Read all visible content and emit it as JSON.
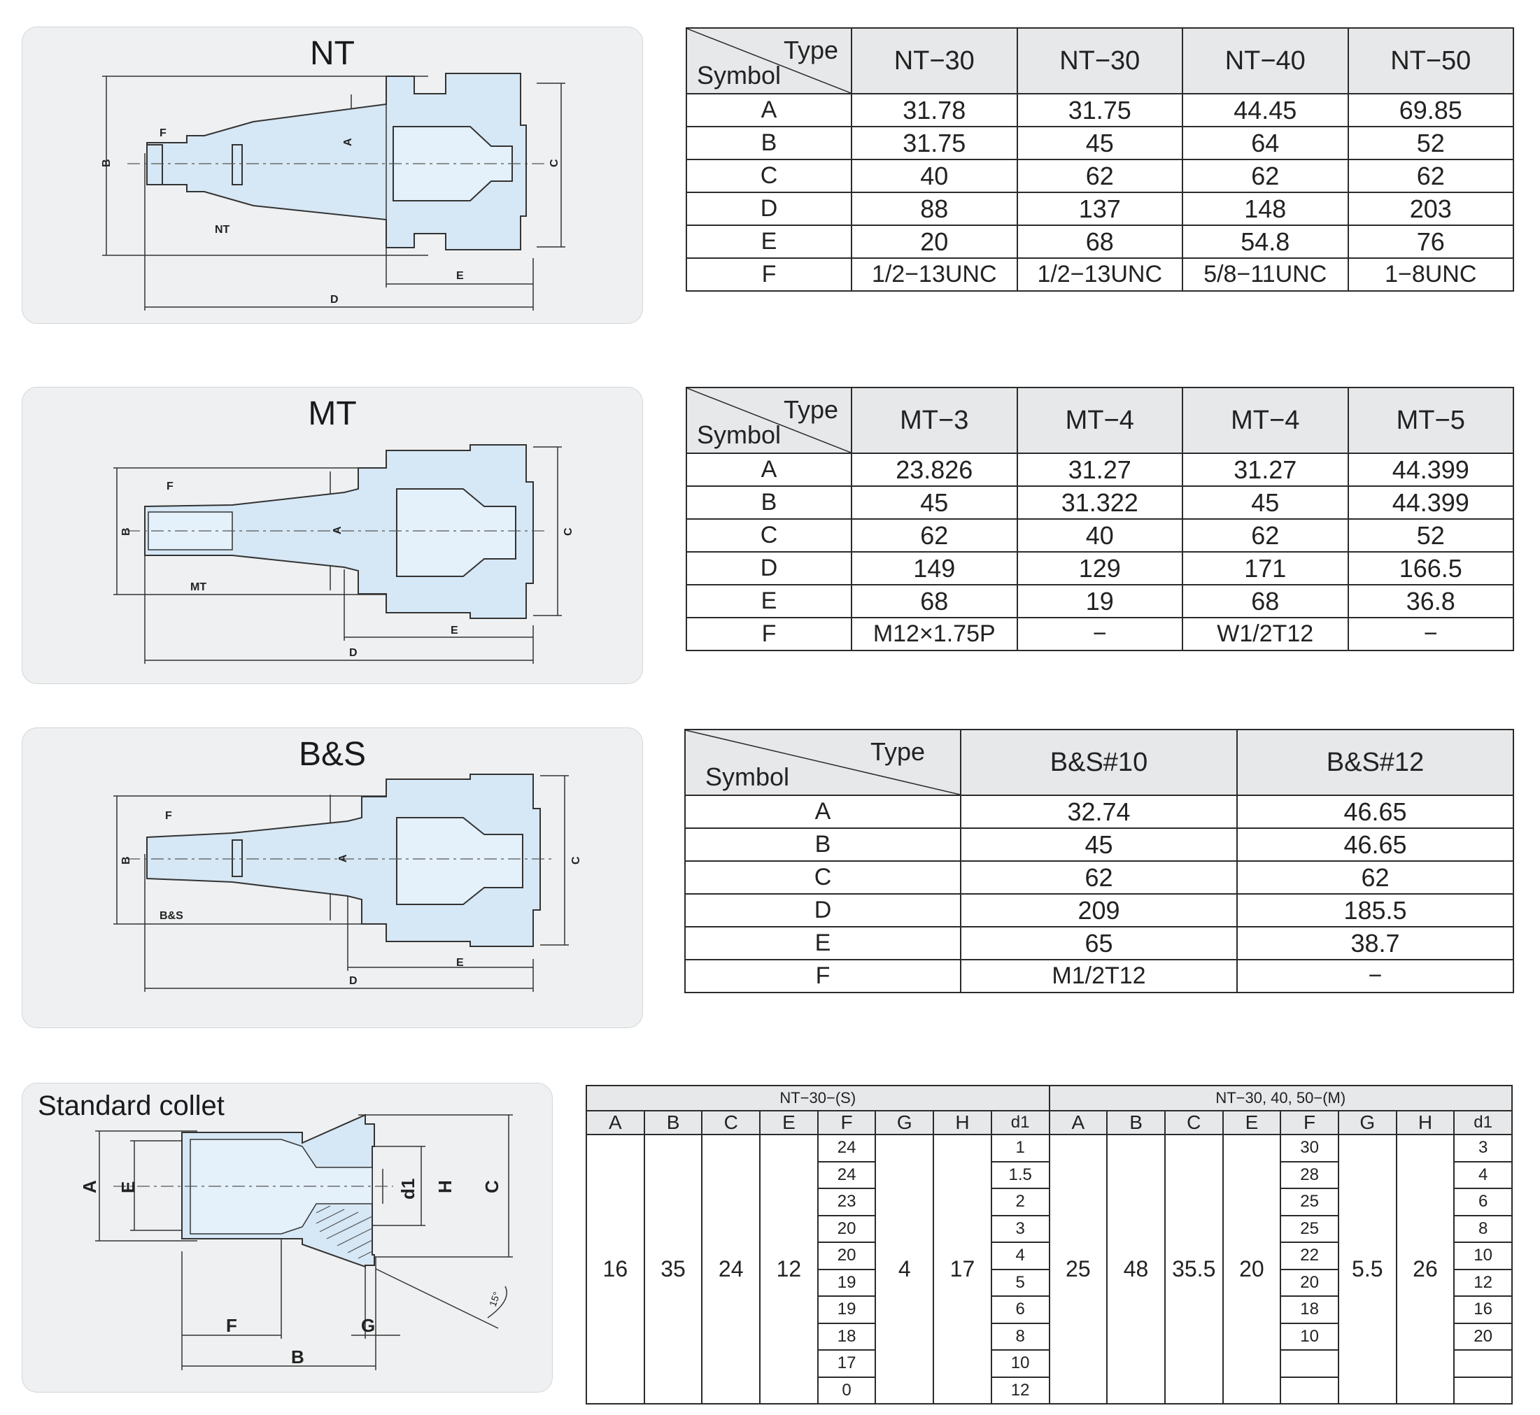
{
  "nt": {
    "title": "NT",
    "labels": {
      "F": "F",
      "B": "B",
      "A": "A",
      "C": "C",
      "E": "E",
      "D": "D",
      "kind": "NT"
    },
    "header": {
      "type": "Type",
      "symbol": "Symbol"
    },
    "columns": [
      "NT−30",
      "NT−30",
      "NT−40",
      "NT−50"
    ],
    "rows": [
      {
        "sym": "A",
        "vals": [
          "31.78",
          "31.75",
          "44.45",
          "69.85"
        ]
      },
      {
        "sym": "B",
        "vals": [
          "31.75",
          "45",
          "64",
          "52"
        ]
      },
      {
        "sym": "C",
        "vals": [
          "40",
          "62",
          "62",
          "62"
        ]
      },
      {
        "sym": "D",
        "vals": [
          "88",
          "137",
          "148",
          "203"
        ]
      },
      {
        "sym": "E",
        "vals": [
          "20",
          "68",
          "54.8",
          "76"
        ]
      },
      {
        "sym": "F",
        "vals": [
          "1/2−13UNC",
          "1/2−13UNC",
          "5/8−11UNC",
          "1−8UNC"
        ]
      }
    ]
  },
  "mt": {
    "title": "MT",
    "labels": {
      "F": "F",
      "B": "B",
      "A": "A",
      "C": "C",
      "E": "E",
      "D": "D",
      "kind": "MT"
    },
    "header": {
      "type": "Type",
      "symbol": "Symbol"
    },
    "columns": [
      "MT−3",
      "MT−4",
      "MT−4",
      "MT−5"
    ],
    "rows": [
      {
        "sym": "A",
        "vals": [
          "23.826",
          "31.27",
          "31.27",
          "44.399"
        ]
      },
      {
        "sym": "B",
        "vals": [
          "45",
          "31.322",
          "45",
          "44.399"
        ]
      },
      {
        "sym": "C",
        "vals": [
          "62",
          "40",
          "62",
          "52"
        ]
      },
      {
        "sym": "D",
        "vals": [
          "149",
          "129",
          "171",
          "166.5"
        ]
      },
      {
        "sym": "E",
        "vals": [
          "68",
          "19",
          "68",
          "36.8"
        ]
      },
      {
        "sym": "F",
        "vals": [
          "M12×1.75P",
          "−",
          "W1/2T12",
          "−"
        ]
      }
    ]
  },
  "bs": {
    "title": "B&S",
    "labels": {
      "F": "F",
      "B": "B",
      "A": "A",
      "C": "C",
      "E": "E",
      "D": "D",
      "kind": "B&S"
    },
    "header": {
      "type": "Type",
      "symbol": "Symbol"
    },
    "columns": [
      "B&S#10",
      "B&S#12"
    ],
    "rows": [
      {
        "sym": "A",
        "vals": [
          "32.74",
          "46.65"
        ]
      },
      {
        "sym": "B",
        "vals": [
          "45",
          "46.65"
        ]
      },
      {
        "sym": "C",
        "vals": [
          "62",
          "62"
        ]
      },
      {
        "sym": "D",
        "vals": [
          "209",
          "185.5"
        ]
      },
      {
        "sym": "E",
        "vals": [
          "65",
          "38.7"
        ]
      },
      {
        "sym": "F",
        "vals": [
          "M1/2T12",
          "−"
        ]
      }
    ]
  },
  "collet": {
    "title": "Standard collet",
    "labels": {
      "A": "A",
      "E": "E",
      "d1": "d1",
      "H": "H",
      "C": "C",
      "F": "F",
      "G": "G",
      "B": "B",
      "angle": "15°"
    },
    "group_s": "NT−30−(S)",
    "group_m": "NT−30, 40, 50−(M)",
    "headers": [
      "A",
      "B",
      "C",
      "E",
      "F",
      "G",
      "H",
      "d1",
      "A",
      "B",
      "C",
      "E",
      "F",
      "G",
      "H",
      "d1"
    ],
    "s": {
      "A": "16",
      "B": "35",
      "C": "24",
      "E": "12",
      "G": "4",
      "H": "17",
      "F": [
        "24",
        "24",
        "23",
        "20",
        "20",
        "19",
        "19",
        "18",
        "17",
        "0"
      ],
      "d1": [
        "1",
        "1.5",
        "2",
        "3",
        "4",
        "5",
        "6",
        "8",
        "10",
        "12"
      ]
    },
    "m": {
      "A": "25",
      "B": "48",
      "C": "35.5",
      "E": "20",
      "G": "5.5",
      "H": "26",
      "F": [
        "30",
        "28",
        "25",
        "25",
        "22",
        "20",
        "18",
        "10",
        "",
        ""
      ],
      "d1": [
        "3",
        "4",
        "6",
        "8",
        "10",
        "12",
        "16",
        "20",
        "",
        ""
      ]
    }
  }
}
